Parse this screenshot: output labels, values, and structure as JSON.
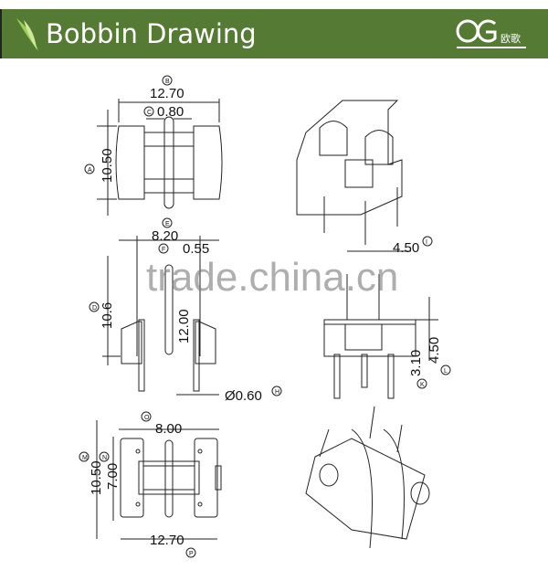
{
  "header": {
    "title": "Bobbin Drawing",
    "logo_text": "OG",
    "logo_cn": "欧歌",
    "colors": {
      "band": "#557a34"
    }
  },
  "watermark": "trade.china.cn",
  "dimensions": {
    "A": {
      "mark": "A",
      "value": "10.50"
    },
    "B": {
      "mark": "B",
      "value": "12.70"
    },
    "C": {
      "mark": "C",
      "value": "0.80"
    },
    "D": {
      "mark": "D",
      "value": "10.6"
    },
    "E": {
      "mark": "E",
      "value": "8.20"
    },
    "F": {
      "mark": "F",
      "value": "0.55"
    },
    "G": {
      "value": "12.00"
    },
    "H": {
      "mark": "H",
      "value": "Ø0.60"
    },
    "I": {
      "mark": "I",
      "value": "4.50"
    },
    "K": {
      "mark": "K",
      "value": "3.10"
    },
    "L": {
      "mark": "L",
      "value": "4.50"
    },
    "O": {
      "mark": "O",
      "value": "8.00"
    },
    "M": {
      "mark": "M",
      "value": "10.50"
    },
    "N": {
      "mark": "N",
      "value": "7.00"
    },
    "P": {
      "mark": "P",
      "value": "12.70"
    }
  }
}
